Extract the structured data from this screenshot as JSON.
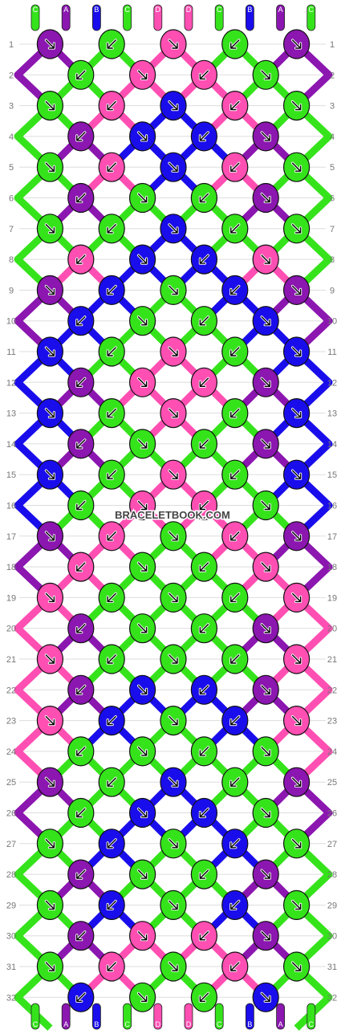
{
  "colors": {
    "A": "#8B16B0",
    "B": "#1A0DEB",
    "C": "#35E31B",
    "D": "#FF4FB3"
  },
  "strings_top": [
    "C",
    "A",
    "B",
    "C",
    "D",
    "D",
    "C",
    "B",
    "A",
    "C"
  ],
  "strings_bottom": [
    "C",
    "A",
    "B",
    "C",
    "D",
    "D",
    "C",
    "B",
    "A",
    "C"
  ],
  "row_numbers": [
    "1",
    "2",
    "3",
    "4",
    "5",
    "6",
    "7",
    "8",
    "9",
    "10",
    "11",
    "12",
    "13",
    "14",
    "15",
    "16",
    "17",
    "18",
    "19",
    "20",
    "21",
    "22",
    "23",
    "24",
    "25",
    "26",
    "27",
    "28",
    "29",
    "30",
    "31",
    "32"
  ],
  "watermark": "BRACELETBOOK.COM",
  "knot_rows": [
    [
      "A",
      "C",
      "D",
      "C",
      "A"
    ],
    [
      "C",
      "D",
      "D",
      "C"
    ],
    [
      "C",
      "D",
      "B",
      "D",
      "C"
    ],
    [
      "A",
      "B",
      "B",
      "A"
    ],
    [
      "C",
      "D",
      "B",
      "D",
      "C"
    ],
    [
      "A",
      "C",
      "C",
      "A"
    ],
    [
      "C",
      "C",
      "B",
      "C",
      "C"
    ],
    [
      "D",
      "B",
      "B",
      "D"
    ],
    [
      "A",
      "B",
      "C",
      "B",
      "A"
    ],
    [
      "B",
      "C",
      "C",
      "B"
    ],
    [
      "B",
      "C",
      "D",
      "C",
      "B"
    ],
    [
      "A",
      "D",
      "D",
      "A"
    ],
    [
      "B",
      "C",
      "D",
      "C",
      "B"
    ],
    [
      "A",
      "C",
      "C",
      "A"
    ],
    [
      "B",
      "C",
      "D",
      "C",
      "B"
    ],
    [
      "C",
      "D",
      "D",
      "C"
    ],
    [
      "A",
      "D",
      "C",
      "D",
      "A"
    ],
    [
      "D",
      "C",
      "C",
      "D"
    ],
    [
      "D",
      "C",
      "C",
      "C",
      "D"
    ],
    [
      "A",
      "C",
      "C",
      "A"
    ],
    [
      "D",
      "C",
      "C",
      "C",
      "D"
    ],
    [
      "A",
      "B",
      "B",
      "A"
    ],
    [
      "D",
      "B",
      "C",
      "B",
      "D"
    ],
    [
      "C",
      "C",
      "C",
      "C"
    ],
    [
      "A",
      "C",
      "B",
      "C",
      "A"
    ],
    [
      "C",
      "B",
      "B",
      "C"
    ],
    [
      "C",
      "B",
      "C",
      "B",
      "C"
    ],
    [
      "A",
      "C",
      "C",
      "A"
    ],
    [
      "C",
      "B",
      "C",
      "B",
      "C"
    ],
    [
      "A",
      "D",
      "D",
      "A"
    ],
    [
      "C",
      "D",
      "C",
      "D",
      "C"
    ],
    [
      "B",
      "C",
      "C",
      "B"
    ]
  ]
}
